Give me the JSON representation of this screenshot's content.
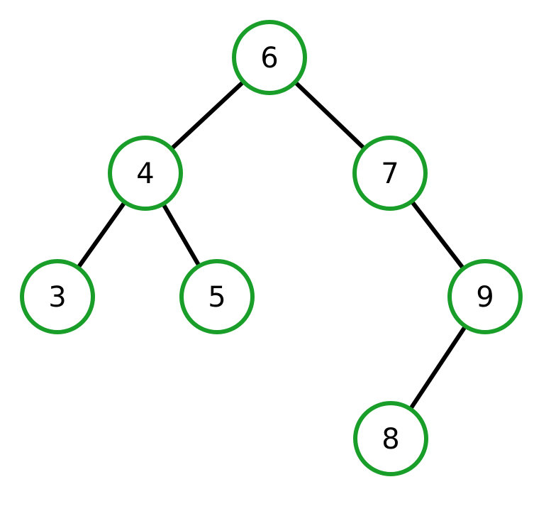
{
  "diagram": {
    "type": "binary-search-tree",
    "node_color": "#1a9e2a",
    "edge_color": "#000000",
    "nodes": [
      {
        "id": "n6",
        "label": "6"
      },
      {
        "id": "n4",
        "label": "4"
      },
      {
        "id": "n7",
        "label": "7"
      },
      {
        "id": "n3",
        "label": "3"
      },
      {
        "id": "n5",
        "label": "5"
      },
      {
        "id": "n9",
        "label": "9"
      },
      {
        "id": "n8",
        "label": "8"
      }
    ],
    "edges": [
      {
        "from": "n6",
        "to": "n4"
      },
      {
        "from": "n6",
        "to": "n7"
      },
      {
        "from": "n4",
        "to": "n3"
      },
      {
        "from": "n4",
        "to": "n5"
      },
      {
        "from": "n7",
        "to": "n9"
      },
      {
        "from": "n9",
        "to": "n8"
      }
    ]
  }
}
